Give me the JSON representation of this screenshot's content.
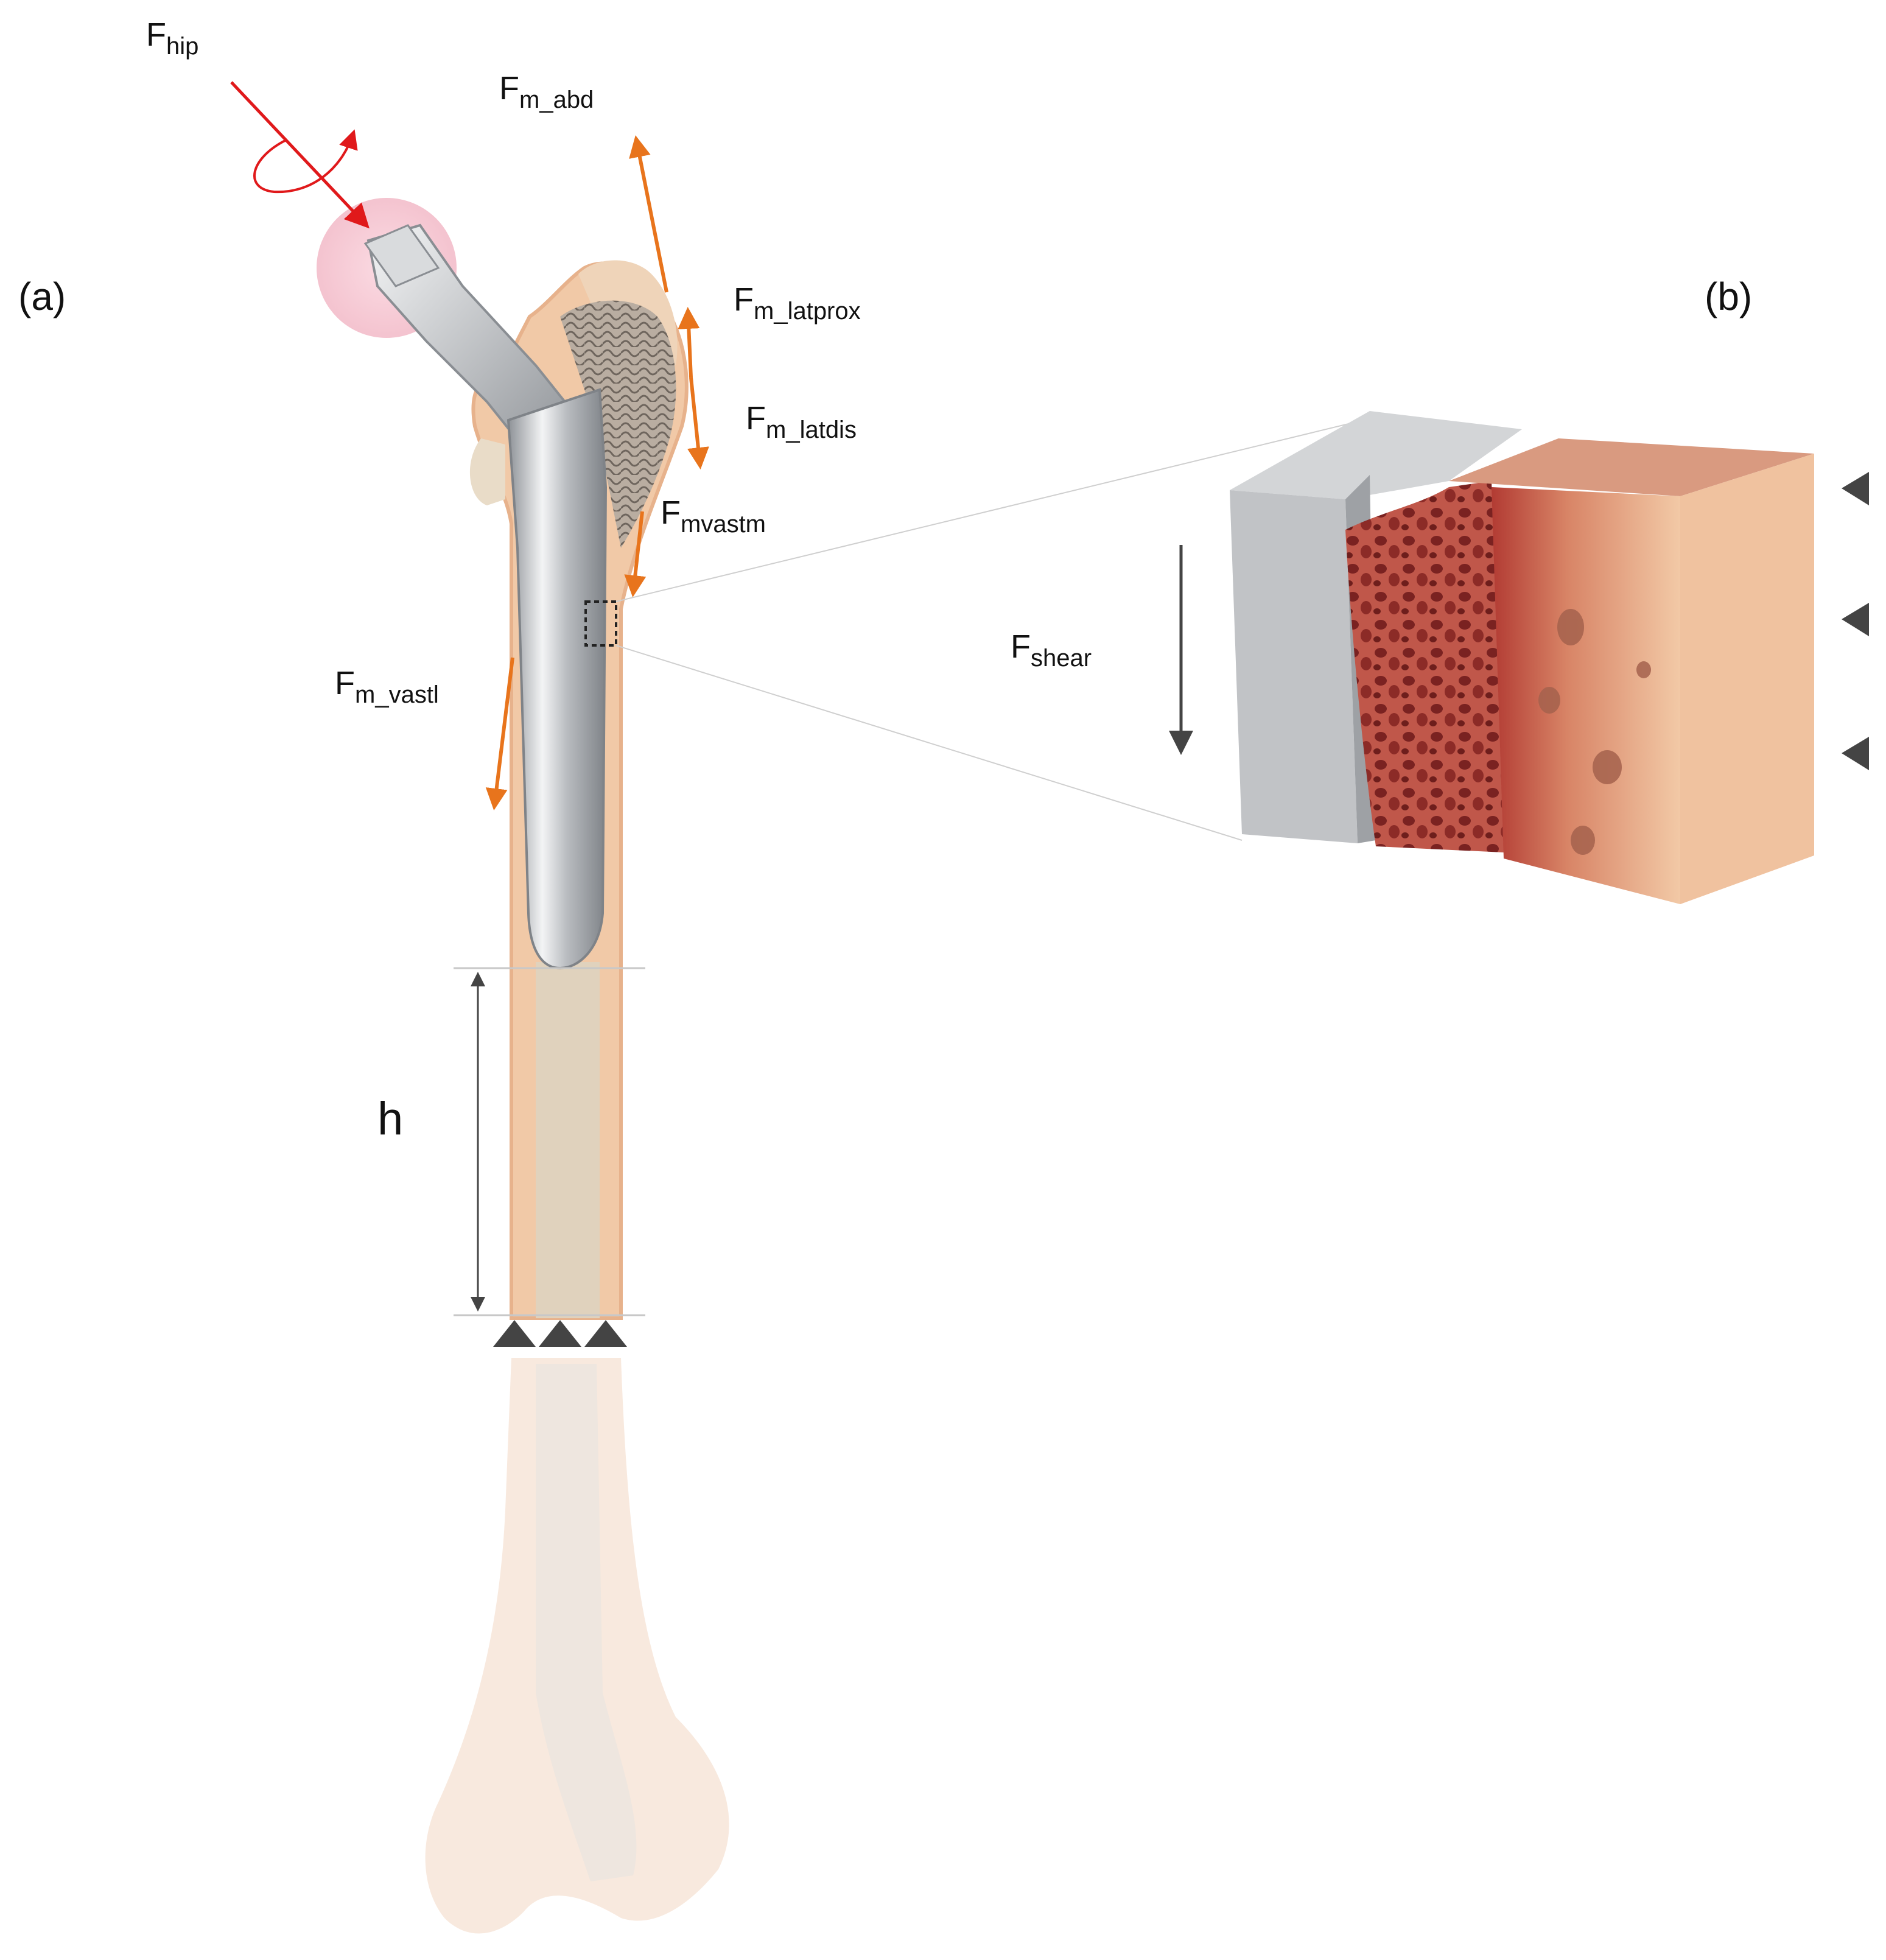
{
  "panels": {
    "a": "(a)",
    "b": "(b)"
  },
  "forces": {
    "hip": {
      "base": "F",
      "sub": "hip"
    },
    "abd": {
      "base": "F",
      "sub": "m_abd"
    },
    "latprox": {
      "base": "F",
      "sub": "m_latprox"
    },
    "latdis": {
      "base": "F",
      "sub": "m_latdis"
    },
    "vastm": {
      "base": "F",
      "sub": "mvastm"
    },
    "vastl": {
      "base": "F",
      "sub": "m_vastl"
    },
    "shear": {
      "base": "F",
      "sub": "shear"
    }
  },
  "dimension": {
    "h": "h"
  },
  "colors": {
    "hip_force": "#e0191b",
    "muscle_force": "#e8741c",
    "support": "#444444",
    "implant": "#b8bcc0",
    "cortical_bone": "#f2c9a8",
    "cancellous_bone": "#9b8c7e",
    "femoral_head": "#f9d3dc",
    "porous_bone": "#b5453c"
  },
  "icons": {
    "support": "triangle-support-icon",
    "rotation": "rotation-arrow-icon"
  }
}
